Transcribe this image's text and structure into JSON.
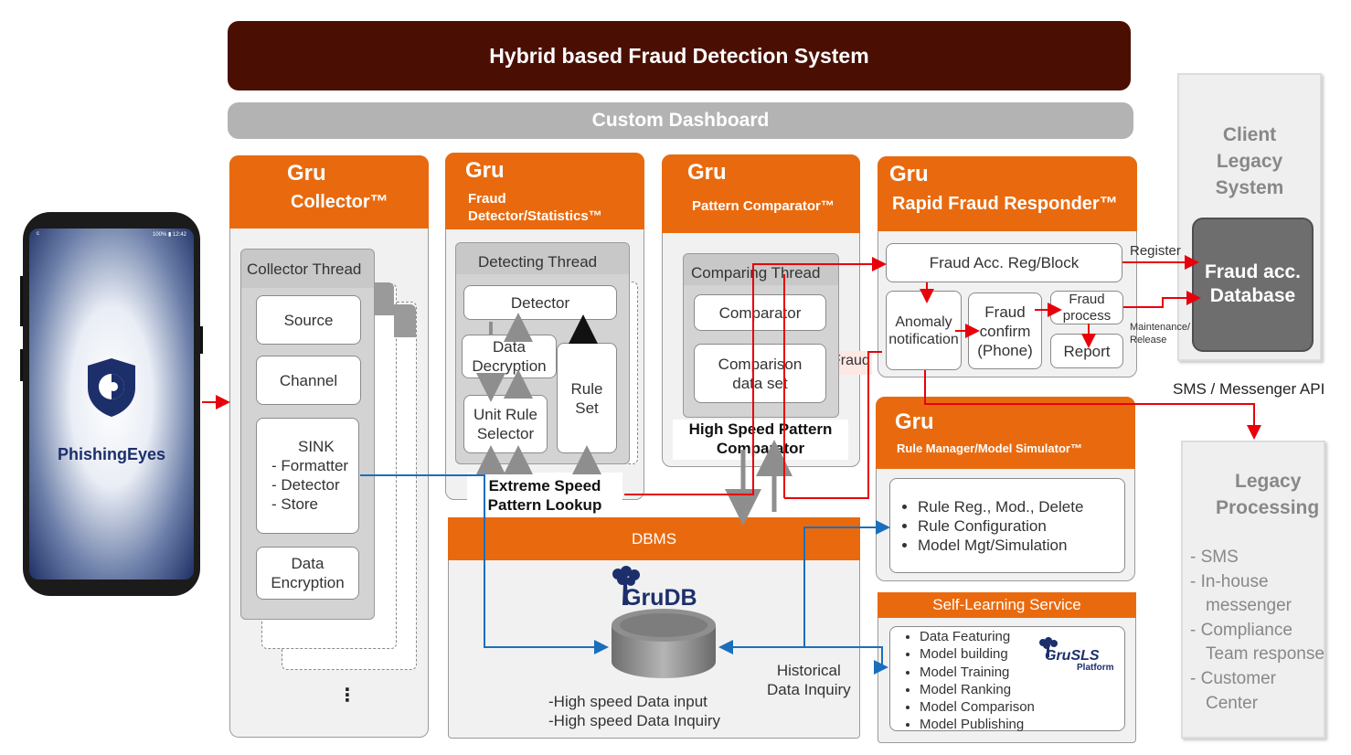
{
  "title": "Hybrid based Fraud Detection System",
  "dashboard": "Custom Dashboard",
  "phone": {
    "app_name": "PhishingEyes",
    "status_right": "100% ▮ 12:42",
    "status_left": "c"
  },
  "collector": {
    "gru": "Gru",
    "name": "Collector™",
    "thread": "Collector Thread",
    "boxes": [
      "Source",
      "Channel"
    ],
    "sink": {
      "title": "SINK",
      "items": [
        "- Formatter",
        "- Detector",
        "- Store"
      ]
    },
    "encryption": [
      "Data",
      "Encryption"
    ],
    "ellipsis": "⋮"
  },
  "fraud_detector": {
    "gru": "Gru",
    "name_line1": "Fraud",
    "name_line2": "Detector/Statistics™",
    "thread": "Detecting Thread",
    "detector": "Detector",
    "decryption": [
      "Data",
      "Decryption"
    ],
    "rule_set": [
      "Rule",
      "Set"
    ],
    "selector": [
      "Unit Rule",
      "Selector"
    ],
    "lookup": [
      "Extreme Speed",
      "Pattern Lookup"
    ]
  },
  "pattern": {
    "gru": "Gru",
    "name": "Pattern Comparator™",
    "thread": "Comparing Thread",
    "comparator": "Comparator",
    "dataset": [
      "Comparison",
      "data set"
    ],
    "fraud_label": "Fraud",
    "bottom": [
      "High Speed Pattern",
      "Comparator"
    ]
  },
  "responder": {
    "gru": "Gru",
    "name": "Rapid Fraud Responder™",
    "reg_block": "Fraud Acc. Reg/Block",
    "anomaly": [
      "Anomaly",
      "notification"
    ],
    "confirm": [
      "Fraud",
      "confirm",
      "(Phone)"
    ],
    "process": [
      "Fraud",
      "process"
    ],
    "report": "Report"
  },
  "rule_manager": {
    "gru": "Gru",
    "name": "Rule Manager/Model Simulator™",
    "items": [
      "Rule Reg., Mod., Delete",
      "Rule Configuration",
      "Model Mgt/Simulation"
    ]
  },
  "self_learning": {
    "title": "Self-Learning Service",
    "items": [
      "Data Featuring",
      "Model building",
      "Model Training",
      "Model Ranking",
      "Model Comparison",
      "Model Publishing"
    ],
    "logo": "GruSLS",
    "logo_sub": "Platform"
  },
  "dbms": {
    "title": "DBMS",
    "logo": "GruDB",
    "lines": [
      "-High speed Data input",
      "-High speed Data Inquiry"
    ],
    "historical": [
      "Historical",
      "Data Inquiry"
    ]
  },
  "client": {
    "title": [
      "Client",
      "Legacy",
      "System"
    ],
    "db": [
      "Fraud acc.",
      "Database"
    ],
    "register": "Register",
    "maintenance": [
      "Maintenance/",
      "Release"
    ],
    "sms_api": "SMS / Messenger API"
  },
  "legacy": {
    "title": [
      "Legacy",
      "Processing"
    ],
    "items": [
      "-  SMS",
      "-  In-house",
      "messenger",
      "-  Compliance",
      "Team response",
      "-  Customer",
      "Center"
    ]
  },
  "colors": {
    "orange": "#e96a0e",
    "dark_red": "#4a0f02",
    "red_arrow": "#e8000b",
    "blue_arrow": "#1a6fbb",
    "gray": "#b3b3b3"
  }
}
